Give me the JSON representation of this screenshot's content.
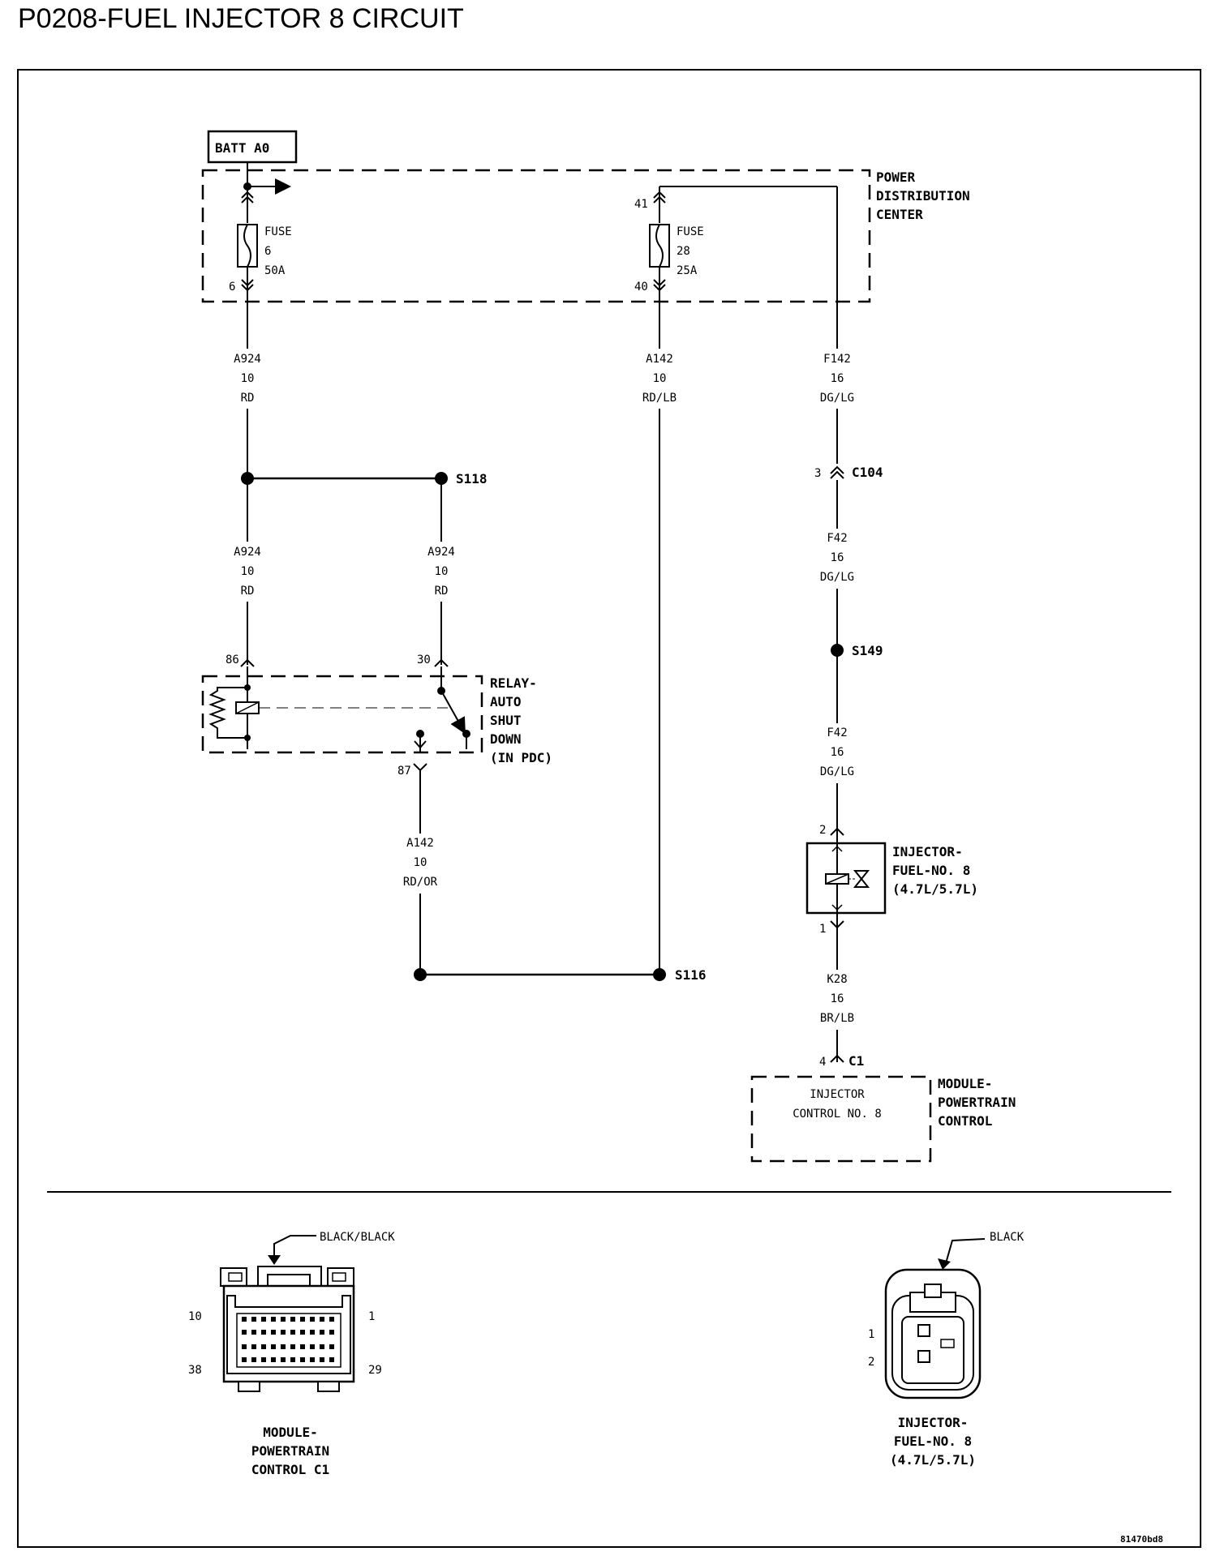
{
  "title": "P0208-FUEL INJECTOR 8 CIRCUIT",
  "batt": "BATT A0",
  "pdc": [
    "POWER",
    "DISTRIBUTION",
    "CENTER"
  ],
  "fuse6": [
    "FUSE",
    "6",
    "50A"
  ],
  "fuse28": [
    "FUSE",
    "28",
    "25A"
  ],
  "pins": {
    "fuse6_out": "6",
    "fuse28_in": "41",
    "fuse28_out": "40",
    "relay_86": "86",
    "relay_30": "30",
    "relay_87": "87",
    "c104": "3",
    "inj_2": "2",
    "inj_1": "1",
    "pcm_4": "4"
  },
  "wires": {
    "a924_top": [
      "A924",
      "10",
      "RD"
    ],
    "a142_top": [
      "A142",
      "10",
      "RD/LB"
    ],
    "f142": [
      "F142",
      "16",
      "DG/LG"
    ],
    "a924_left": [
      "A924",
      "10",
      "RD"
    ],
    "a924_right": [
      "A924",
      "10",
      "RD"
    ],
    "f42_upper": [
      "F42",
      "16",
      "DG/LG"
    ],
    "f42_lower": [
      "F42",
      "16",
      "DG/LG"
    ],
    "a142_bottom": [
      "A142",
      "10",
      "RD/OR"
    ],
    "k28": [
      "K28",
      "16",
      "BR/LB"
    ]
  },
  "splices": {
    "s118": "S118",
    "s149": "S149",
    "s116": "S116"
  },
  "connectors": {
    "c104": "C104",
    "c1": "C1"
  },
  "relay": [
    "RELAY-",
    "AUTO",
    "SHUT",
    "DOWN",
    "(IN PDC)"
  ],
  "injector": [
    "INJECTOR-",
    "FUEL-NO. 8",
    "(4.7L/5.7L)"
  ],
  "pcm_inner": [
    "INJECTOR",
    "CONTROL NO. 8"
  ],
  "pcm": [
    "MODULE-",
    "POWERTRAIN",
    "CONTROL"
  ],
  "bottom": {
    "pcm_conn_color": "BLACK/BLACK",
    "pcm_conn_pins": [
      "10",
      "1",
      "38",
      "29"
    ],
    "pcm_conn_label": [
      "MODULE-",
      "POWERTRAIN",
      "CONTROL C1"
    ],
    "inj_conn_color": "BLACK",
    "inj_conn_pins": [
      "1",
      "2"
    ],
    "inj_conn_label": [
      "INJECTOR-",
      "FUEL-NO. 8",
      "(4.7L/5.7L)"
    ]
  },
  "code": "81470bd8"
}
